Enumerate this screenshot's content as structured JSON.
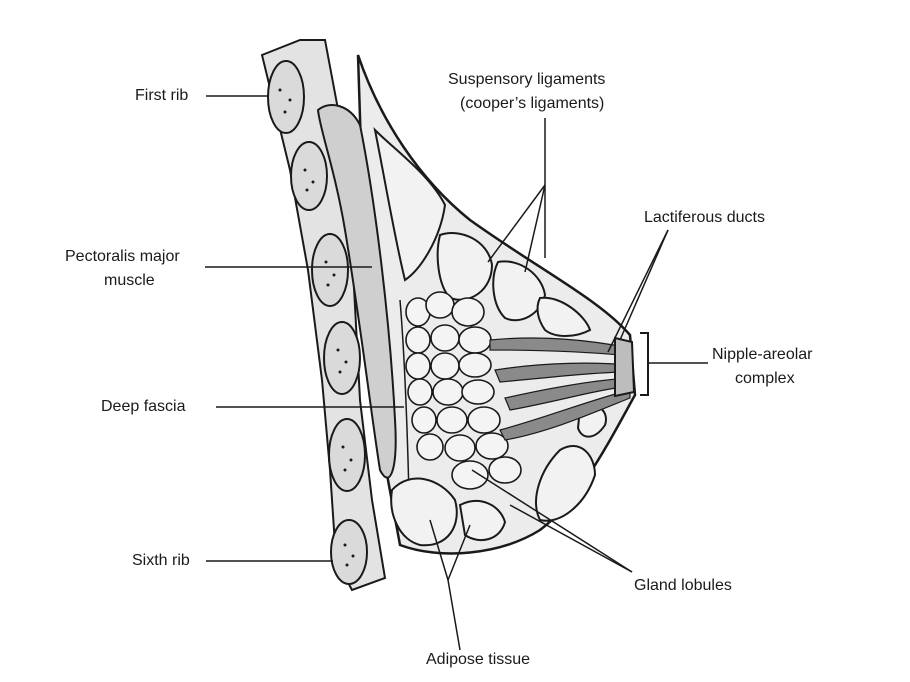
{
  "labels": {
    "first_rib": "First rib",
    "pectoralis_line1": "Pectoralis major",
    "pectoralis_line2": "muscle",
    "deep_fascia": "Deep fascia",
    "sixth_rib": "Sixth rib",
    "suspensory_line1": "Suspensory ligaments",
    "suspensory_line2": "(cooper’s ligaments)",
    "lactiferous": "Lactiferous ducts",
    "nipple_line1": "Nipple-areolar",
    "nipple_line2": "complex",
    "gland_lobules": "Gland lobules",
    "adipose": "Adipose tissue"
  },
  "colors": {
    "ink": "#1a1a1a",
    "tissue": "#e9e9e9",
    "muscle": "#cfcfcf",
    "ribs": "#dadada",
    "lobules": "#f2f2f2",
    "ducts": "#8a8a8a"
  }
}
